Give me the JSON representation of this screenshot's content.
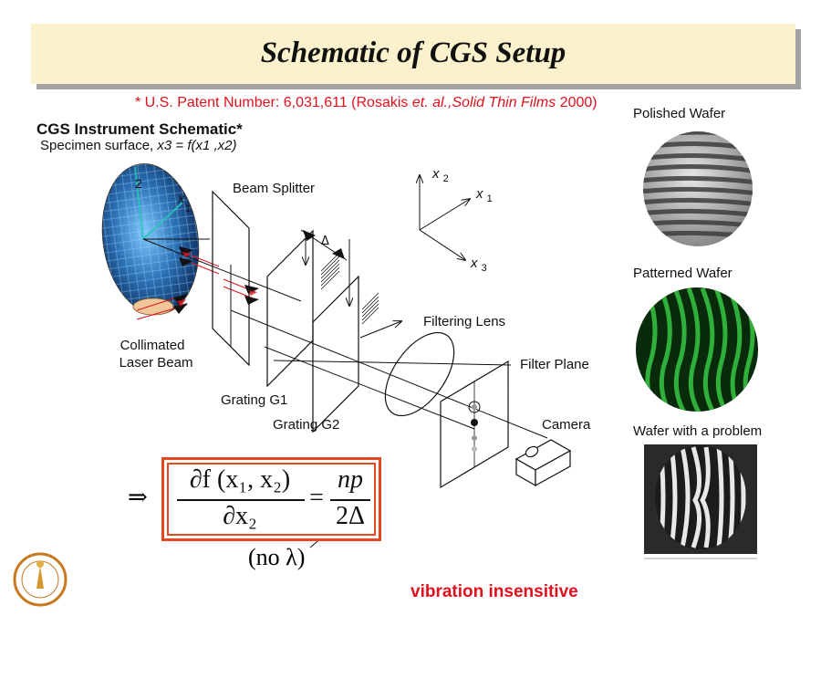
{
  "slide": {
    "title": "Schematic of CGS Setup",
    "patent_prefix": "* U.S. Patent Number: 6,031,611 (Rosakis ",
    "patent_etal": "et. al.,",
    "patent_journal": "Solid Thin Films",
    "patent_suffix": " 2000)",
    "schematic_title": "CGS Instrument Schematic*",
    "specimen_prefix": "Specimen surface, ",
    "specimen_formula": "x3 = f(x1 ,x2)"
  },
  "diagram": {
    "labels": {
      "beam_splitter": "Beam Splitter",
      "collimated_line1": "Collimated",
      "collimated_line2": "Laser Beam",
      "grating_g1": "Grating G1",
      "grating_g2": "Grating G2",
      "filtering_lens": "Filtering Lens",
      "filter_plane": "Filter Plane",
      "camera": "Camera",
      "delta": "Δ"
    },
    "axes": {
      "x1": "x",
      "x1_sub": "1",
      "x2": "x",
      "x2_sub": "2",
      "x3": "x",
      "x3_sub": "3"
    },
    "wafer_axes": {
      "x1": "x",
      "x1_sub": "1",
      "x2_sub": "2"
    }
  },
  "photos": {
    "polished": "Polished Wafer",
    "patterned": "Patterned Wafer",
    "problem": "Wafer with a problem"
  },
  "equation": {
    "implies": "⇒",
    "numerator": "∂f (x₁, x₂)",
    "denominator": "∂x₂",
    "equals": "=",
    "rhs_numerator": "np",
    "rhs_denominator": "2Δ",
    "note": "(no λ)"
  },
  "footer": {
    "vibration": "vibration insensitive"
  },
  "colors": {
    "banner_bg": "#fbf2cd",
    "accent_red": "#e0101c",
    "box_border": "#e34a1f",
    "patterned_green": "#1a9a2a"
  },
  "icons": {
    "logo": "caltech-seal-icon"
  }
}
